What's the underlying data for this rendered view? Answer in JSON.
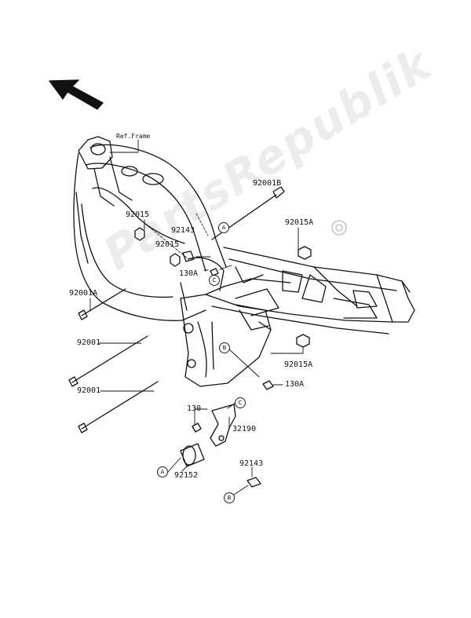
{
  "watermark": "PartsRepublik",
  "ref_label": "Ref.Frame",
  "parts": {
    "p92001B": "92001B",
    "p92015A_top": "92015A",
    "p92015_left": "92015",
    "p92143_mid": "92143",
    "p92015_mid": "92015",
    "p130A_top": "130A",
    "p92001A": "92001A",
    "p92001_a": "92001",
    "p92001_b": "92001",
    "p92015A_bot": "92015A",
    "p130A_bot": "130A",
    "p130": "130",
    "p32190": "32190",
    "p92152": "92152",
    "p92143_bot": "92143"
  },
  "callouts": {
    "a1": "A",
    "b1": "B",
    "c1": "C",
    "c2": "C",
    "a2": "A",
    "b2": "B"
  }
}
